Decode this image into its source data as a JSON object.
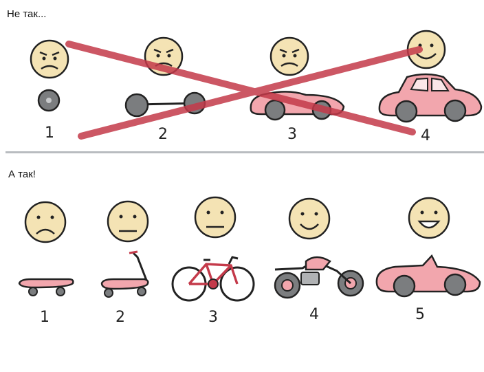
{
  "top": {
    "caption": "Не так...",
    "numbers": [
      "1",
      "2",
      "3",
      "4"
    ],
    "faces": [
      "angry",
      "angry",
      "angry",
      "happy"
    ],
    "vehicles": [
      "wheel",
      "chassis",
      "car-body",
      "car"
    ]
  },
  "bottom": {
    "caption": "А так!",
    "numbers": [
      "1",
      "2",
      "3",
      "4",
      "5"
    ],
    "faces": [
      "sad",
      "neutral",
      "neutral",
      "smile",
      "happy"
    ],
    "vehicles": [
      "skateboard",
      "scooter",
      "bicycle",
      "motorcycle",
      "convertible"
    ]
  },
  "colors": {
    "face": "#f4e3b4",
    "wheel": "#7b7d7f",
    "car_pink": "#f2a6ad",
    "cross": "#c43a4a",
    "divider": "#b9bcc0"
  }
}
